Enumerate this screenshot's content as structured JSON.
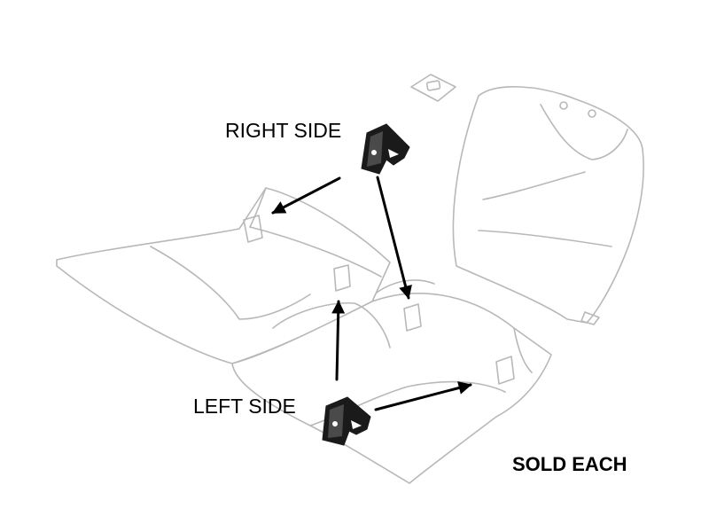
{
  "labels": {
    "right_side": "RIGHT SIDE",
    "left_side": "LEFT SIDE",
    "sold_each": "SOLD EACH"
  },
  "colors": {
    "outline": "#b8b8b8",
    "part": "#1a1a1a",
    "arrow": "#000000",
    "text": "#000000"
  }
}
